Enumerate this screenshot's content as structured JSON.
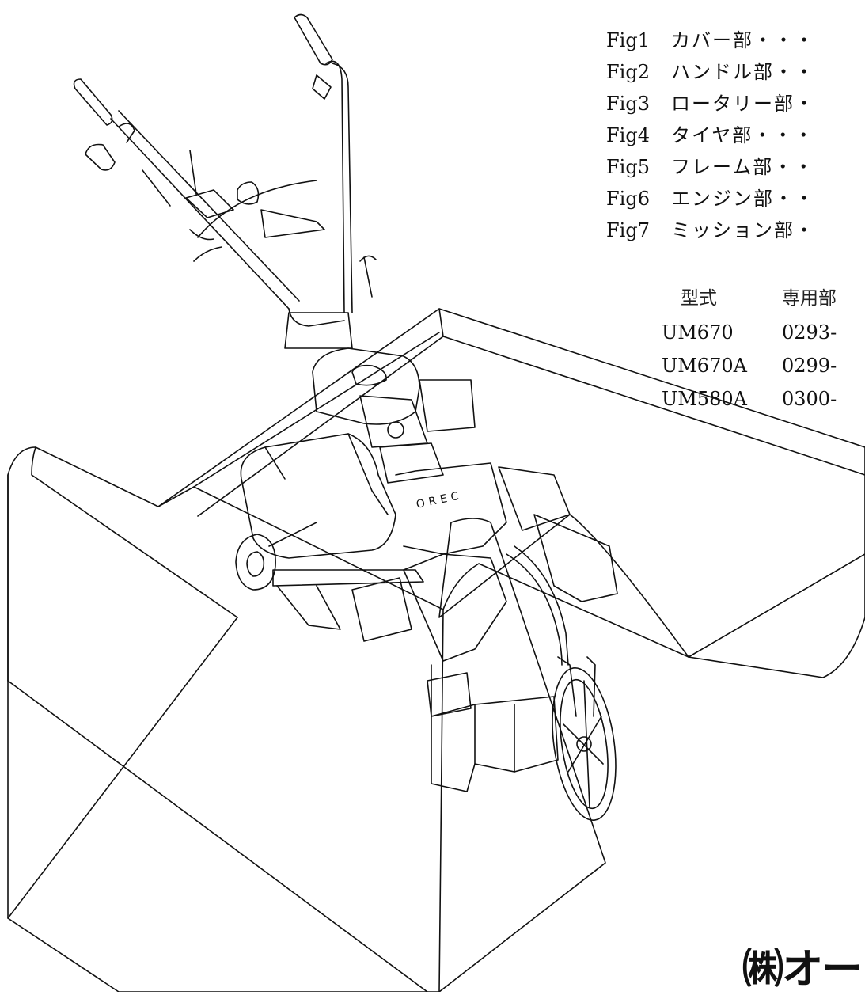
{
  "fig_list": [
    {
      "num": "Fig1",
      "name": "カバー部・・・"
    },
    {
      "num": "Fig2",
      "name": "ハンドル部・・"
    },
    {
      "num": "Fig3",
      "name": "ロータリー部・"
    },
    {
      "num": "Fig4",
      "name": "タイヤ部・・・"
    },
    {
      "num": "Fig5",
      "name": "フレーム部・・"
    },
    {
      "num": "Fig6",
      "name": "エンジン部・・"
    },
    {
      "num": "Fig7",
      "name": "ミッション部・"
    }
  ],
  "model_table": {
    "headers": [
      "型式",
      "専用部"
    ],
    "rows": [
      {
        "model": "UM670",
        "part": "0293-"
      },
      {
        "model": "UM670A",
        "part": "0299-"
      },
      {
        "model": "UM580A",
        "part": "0300-"
      }
    ]
  },
  "logo": {
    "text": "㈱オー"
  },
  "illustration": {
    "brand_mark": "OREC"
  }
}
